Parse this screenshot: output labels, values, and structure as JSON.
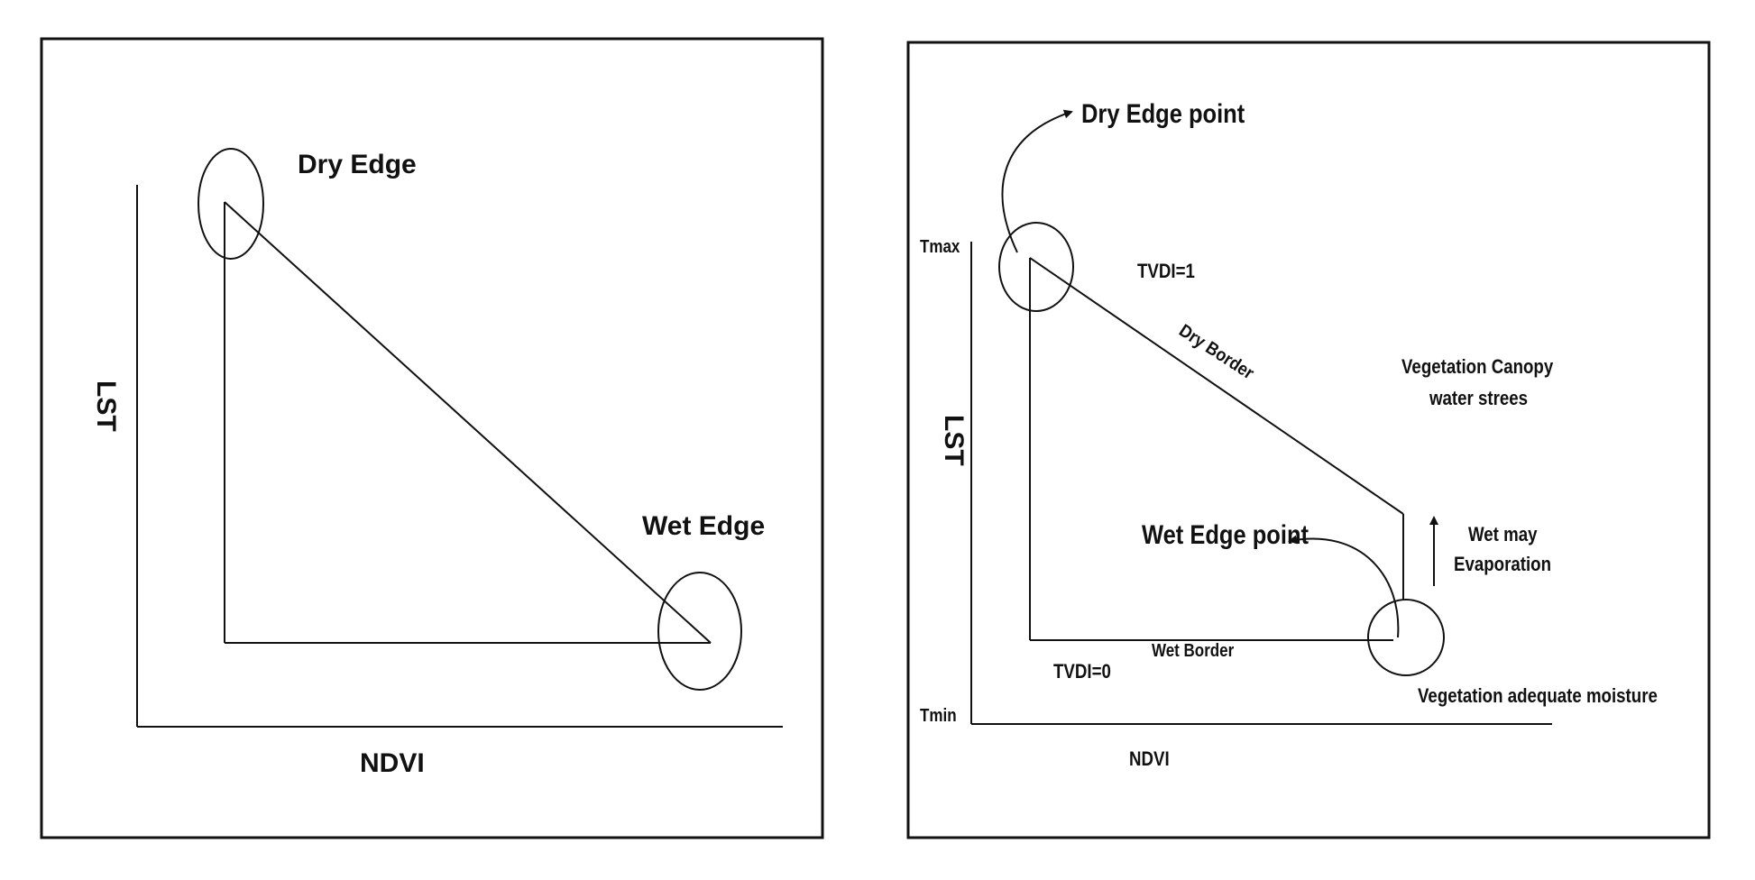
{
  "colors": {
    "ink": "#111111",
    "background": "#ffffff"
  },
  "left_panel": {
    "x_axis_label": "NDVI",
    "y_axis_label": "LST",
    "dry_edge_label": "Dry Edge",
    "wet_edge_label": "Wet Edge"
  },
  "right_panel": {
    "x_axis_label": "NDVI",
    "y_axis_label": "LST",
    "tmax_label": "Tmax",
    "tmin_label": "Tmin",
    "dry_edge_point_label": "Dry Edge point",
    "wet_edge_point_label": "Wet Edge point",
    "tvdi_1_label": "TVDI=1",
    "tvdi_0_label": "TVDI=0",
    "dry_border_label": "Dry Border",
    "wet_border_label": "Wet Border",
    "canopy_stress_line1": "Vegetation Canopy",
    "canopy_stress_line2": "water strees",
    "evaporation_line1": "Wet may",
    "evaporation_line2": "Evaporation",
    "adequate_moisture_label": "Vegetation adequate moisture"
  }
}
